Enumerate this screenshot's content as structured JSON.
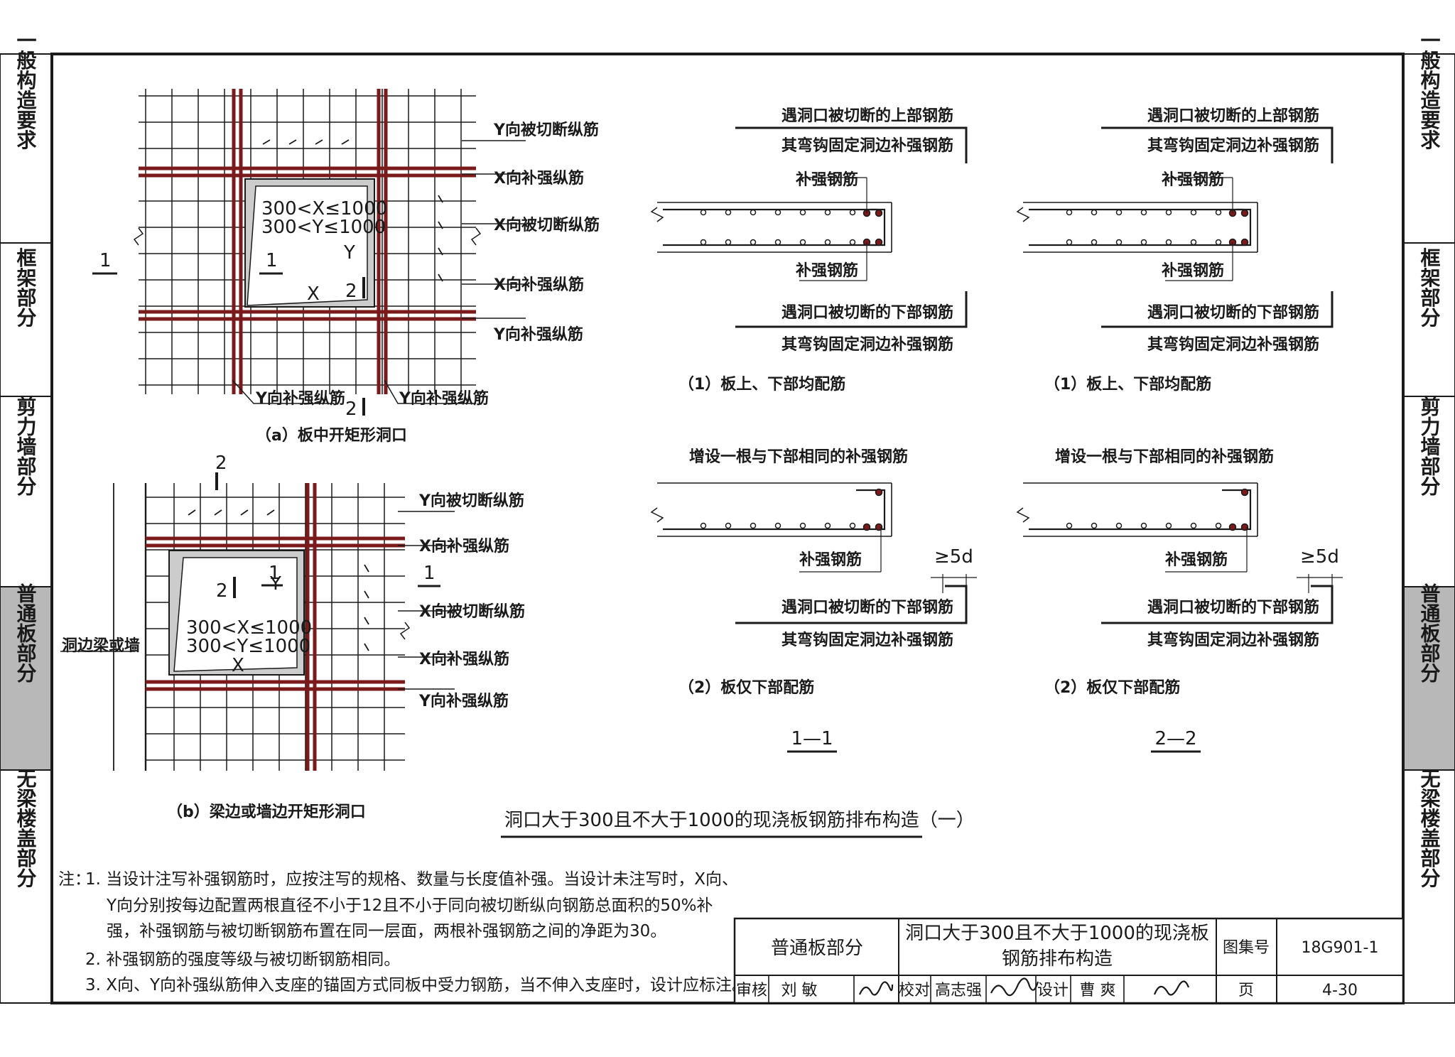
{
  "side_tabs_left": [
    {
      "label": "一般构造要求",
      "active": false
    },
    {
      "label": "框架部分",
      "active": false
    },
    {
      "label": "剪力墙部分",
      "active": false
    },
    {
      "label": "普通板部分",
      "active": true
    },
    {
      "label": "无梁楼盖部分",
      "active": false
    }
  ],
  "side_tabs_right": [
    {
      "label": "一般构造要求",
      "active": false
    },
    {
      "label": "框架部分",
      "active": false
    },
    {
      "label": "剪力墙部分",
      "active": false
    },
    {
      "label": "普通板部分",
      "active": true
    },
    {
      "label": "无梁楼盖部分",
      "active": false
    }
  ],
  "detail_a": {
    "labels": [
      "Y向被切断纵筋",
      "X向补强纵筋",
      "X向被切断纵筋",
      "X向补强纵筋",
      "Y向补强纵筋"
    ],
    "bottom_labels": [
      "Y向补强纵筋",
      "Y向补强纵筋"
    ],
    "formula_x": "300<X≤1000",
    "formula_y": "300<Y≤1000",
    "x": "X",
    "y": "Y",
    "sec1": "1",
    "sec2": "2",
    "caption": "（a）板中开矩形洞口"
  },
  "detail_b": {
    "labels": [
      "Y向被切断纵筋",
      "X向补强纵筋",
      "X向被切断纵筋",
      "X向补强纵筋",
      "Y向补强纵筋"
    ],
    "left_label": "洞边梁或墙",
    "formula_x": "300<X≤1000",
    "formula_y": "300<Y≤1000",
    "x": "X",
    "y": "Y",
    "sec1": "1",
    "sec2": "2",
    "caption": "（b）梁边或墙边开矩形洞口"
  },
  "sections": {
    "top_note_1": "遇洞口被切断的上部钢筋",
    "top_note_2": "其弯钩固定洞边补强钢筋",
    "bottom_note_1": "遇洞口被切断的下部钢筋",
    "bottom_note_2": "其弯钩固定洞边补强钢筋",
    "reinf": "补强钢筋",
    "add_one": "增设一根与下部相同的补强钢筋",
    "min_5d": "≥5d",
    "cap1": "（1）板上、下部均配筋",
    "cap2": "（2）板仅下部配筋",
    "sec_1_1": "1—1",
    "sec_2_2": "2—2"
  },
  "main_title": "洞口大于300且不大于1000的现浇板钢筋排布构造（一）",
  "notes": {
    "prefix": "注：",
    "n1a": "1. 当设计注写补强钢筋时，应按注写的规格、数量与长度值补强。当设计未注写时，X向、",
    "n1b": "Y向分别按每边配置两根直径不小于12且不小于同向被切断纵向钢筋总面积的50%补",
    "n1c": "强，补强钢筋与被切断钢筋布置在同一层面，两根补强钢筋之间的净距为30。",
    "n2": "2. 补强钢筋的强度等级与被切断钢筋相同。",
    "n3": "3. X向、Y向补强纵筋伸入支座的锚固方式同板中受力钢筋，当不伸入支座时，设计应标注。"
  },
  "title_block": {
    "section": "普通板部分",
    "title_1": "洞口大于300且不大于1000的现浇板",
    "title_2": "钢筋排布构造",
    "atlas_label": "图集号",
    "atlas_no": "18G901-1",
    "review_label": "审核",
    "reviewer": "刘 敏",
    "check_label": "校对",
    "checker": "高志强",
    "design_label": "设计",
    "designer": "曹 爽",
    "page_label": "页",
    "page_no": "4-30"
  },
  "colors": {
    "line": "#1a1a1a",
    "rebar": "#7a1a1a",
    "tab_active": "#b8b8b8",
    "hole_shade": "#cccccc"
  }
}
